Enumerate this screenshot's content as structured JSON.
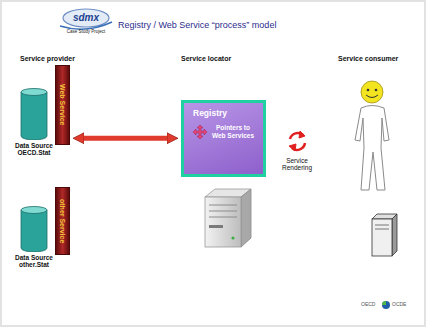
{
  "diagram": {
    "title": "Registry / Web Service “process” model",
    "nodes": [
      {
        "text": [
          "Data Source OECD.Stat"
        ]
      },
      {
        "text": [
          "Web Service"
        ]
      },
      {
        "text": [
          "Registry",
          "Pointers to Web Services"
        ]
      },
      {
        "text": [
          "Data Source other.Stat"
        ]
      },
      {
        "text": [
          "other Service"
        ]
      }
    ],
    "edges": [
      {
        "from": 1,
        "to": 2,
        "arrow": "both"
      }
    ],
    "labels": [
      "sdmx",
      "Case Study Project",
      "Service provider",
      "Service locator",
      "Service consumer",
      "Service Rendering",
      "OECD",
      "OCDE"
    ]
  }
}
